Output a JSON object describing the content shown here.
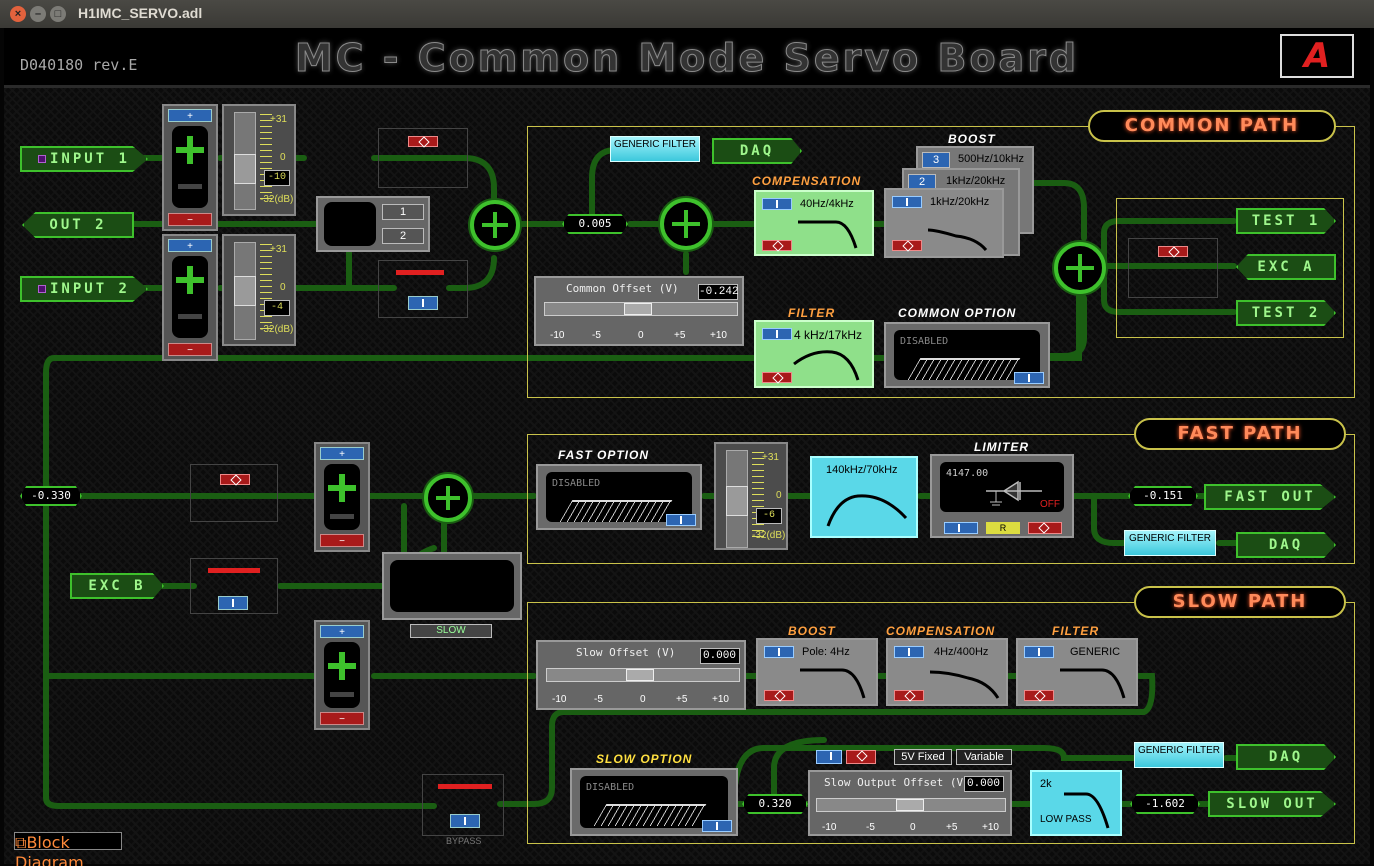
{
  "window": {
    "title": "H1IMC_SERVO.adl"
  },
  "header": {
    "doc_number": "D040180 rev.E",
    "title": "MC - Common Mode Servo Board",
    "logo": "A"
  },
  "inputs": {
    "input1": "INPUT 1",
    "out2": "OUT 2",
    "input2": "INPUT 2",
    "exc_b": "EXC B"
  },
  "gain_sliders": [
    {
      "top": "+31",
      "mid": "0",
      "bottom": "-32(dB)",
      "value": "-10"
    },
    {
      "top": "+31",
      "mid": "0",
      "bottom": "-32(dB)",
      "value": "-4"
    },
    {
      "top": "+31",
      "mid": "0",
      "bottom": "-32(dB)",
      "value": "-6"
    }
  ],
  "gain_buttons": {
    "plus": "+",
    "minus": "−"
  },
  "input_select": {
    "opt1": "1",
    "opt2": "2"
  },
  "common_path": {
    "title": "COMMON PATH",
    "generic_filter": "GENERIC FILTER",
    "daq": "DAQ",
    "gain_value": "0.005",
    "compensation_label": "COMPENSATION",
    "compensation": "40Hz/4kHz",
    "boost_label": "BOOST",
    "boost1": "1kHz/20kHz",
    "boost2": "1kHz/20kHz",
    "boost3": "500Hz/10kHz",
    "boost2_num": "2",
    "boost3_num": "3",
    "offset_label": "Common Offset (V)",
    "offset_value": "-0.242",
    "ticks": [
      "-10",
      "-5",
      "0",
      "+5",
      "+10"
    ],
    "filter_label": "FILTER",
    "filter": "4 kHz/17kHz",
    "option_label": "COMMON OPTION",
    "option_state": "DISABLED",
    "test1": "TEST 1",
    "exc_a": "EXC A",
    "test2": "TEST 2"
  },
  "left_readout": "-0.330",
  "fast_path": {
    "title": "FAST PATH",
    "option_label": "FAST OPTION",
    "option_state": "DISABLED",
    "filter": "140kHz/70kHz",
    "limiter_label": "LIMITER",
    "limiter_value": "4147.00",
    "limiter_state": "OFF",
    "limiter_r": "R",
    "readout": "-0.151",
    "fast_out": "FAST OUT",
    "generic_filter": "GENERIC FILTER",
    "daq": "DAQ"
  },
  "slow_button": "SLOW",
  "slow_path": {
    "title": "SLOW PATH",
    "offset_label": "Slow Offset (V)",
    "offset_value": "0.000",
    "ticks": [
      "-10",
      "-5",
      "0",
      "+5",
      "+10"
    ],
    "boost_label": "BOOST",
    "boost": "Pole: 4Hz",
    "comp_label": "COMPENSATION",
    "comp": "4Hz/400Hz",
    "filter_label": "FILTER",
    "filter": "GENERIC",
    "option_label": "SLOW OPTION",
    "option_state": "DISABLED",
    "readout": "0.320",
    "fixed": "5V Fixed",
    "variable": "Variable",
    "out_offset_label": "Slow Output Offset (V)",
    "out_offset_value": "0.000",
    "lowpass_k": "2k",
    "lowpass": "LOW PASS",
    "out_readout": "-1.602",
    "slow_out": "SLOW OUT",
    "generic_filter": "GENERIC FILTER",
    "daq": "DAQ",
    "bypass": "BYPASS"
  },
  "block_diagram": "Block Diagram"
}
